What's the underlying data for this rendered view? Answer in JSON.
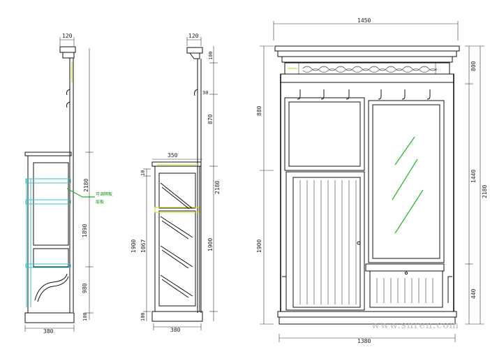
{
  "side_view": {
    "top_width": "120",
    "bottom_width": "380",
    "dim_total": "2180",
    "dim_mid": "1890",
    "dim_low": "980",
    "dim_base": "100",
    "annotation_line1": "可调隔板",
    "annotation_line2": "层板"
  },
  "section_view": {
    "top_width": "120",
    "shelf_width": "350",
    "bottom_width": "380",
    "dim_right_top": "100",
    "dim_right_hook": "30",
    "dim_right_upper": "870",
    "dim_right_total": "2180",
    "dim_right_lower": "1900",
    "dim_left_top": "10",
    "dim_left_cab": "1900",
    "dim_left_inner": "1067",
    "dim_left_base": "100"
  },
  "front_view": {
    "top_width": "1450",
    "bottom_width": "1380",
    "dim_left_upper": "880",
    "dim_left_lower": "1900",
    "dim_right_top": "800",
    "dim_right_mirror": "1440",
    "dim_right_total": "2180",
    "dim_right_drawer": "440"
  },
  "watermark": "www.snren.com"
}
